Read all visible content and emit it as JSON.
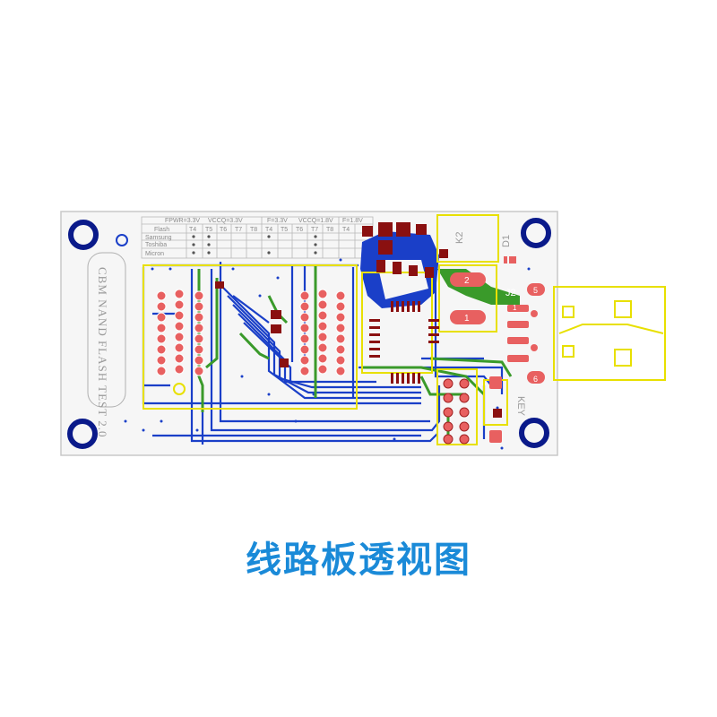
{
  "caption": "线路板透视图",
  "board_text": {
    "table_header": [
      "FPWR=3.3V",
      "VCCQ=3.3V",
      "F=3.3V",
      "VCCQ=1.8V",
      "F=1.8V"
    ],
    "table_rows": [
      "Flash",
      "Samsung",
      "Toshiba",
      "Micron"
    ],
    "table_cols": [
      "T4",
      "T5",
      "T6",
      "T7",
      "T8",
      "T4",
      "T5",
      "T6",
      "T7",
      "T8",
      "T4"
    ],
    "title": "CBM NAND FLASH TEST 2.0",
    "k2": "K2",
    "d1": "D1",
    "j2": "J2",
    "key": "KEY",
    "usb_pins": [
      "5",
      "1",
      "6"
    ],
    "pads": [
      "2",
      "1"
    ]
  },
  "colors": {
    "board": "#f4f4f4",
    "outline": "#c8c8c8",
    "trace_blue": "#1a3fc8",
    "trace_green": "#3a9a2a",
    "silk_yellow": "#e8e000",
    "pad_red": "#e86060",
    "hole_navy": "#0a1a8a",
    "caption": "#1a8ad8"
  }
}
